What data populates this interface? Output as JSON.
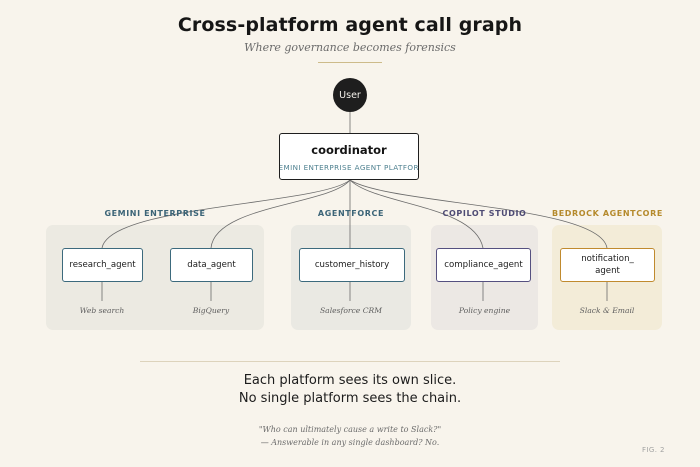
{
  "header": {
    "title": "Cross-platform agent call graph",
    "subtitle": "Where governance becomes forensics"
  },
  "user_node": {
    "label": "User"
  },
  "coordinator": {
    "name": "coordinator",
    "platform": "GEMINI ENTERPRISE AGENT PLATFORM"
  },
  "platforms": [
    {
      "label": "GEMINI ENTERPRISE",
      "color": "#3b6477",
      "panel_color": "#eceae2",
      "border_color": "#3c6a7d",
      "agents": [
        {
          "name": "research_agent",
          "tool": "Web search"
        },
        {
          "name": "data_agent",
          "tool": "BigQuery"
        }
      ]
    },
    {
      "label": "AGENTFORCE",
      "color": "#3b6477",
      "panel_color": "#eae9e3",
      "border_color": "#3c6a7d",
      "agents": [
        {
          "name": "customer_history",
          "tool": "Salesforce CRM"
        }
      ]
    },
    {
      "label": "COPILOT STUDIO",
      "color": "#4e4b74",
      "panel_color": "#ece8e4",
      "border_color": "#555080",
      "agents": [
        {
          "name": "compliance_agent",
          "tool": "Policy engine"
        }
      ]
    },
    {
      "label": "BEDROCK AGENTCORE",
      "color": "#b58a2c",
      "panel_color": "#f3ecd8",
      "border_color": "#c08a2e",
      "agents": [
        {
          "name_line1": "notification_",
          "name_line2": "agent",
          "tool": "Slack & Email"
        }
      ]
    }
  ],
  "tagline": {
    "line1": "Each platform sees its own slice.",
    "line2": "No single platform sees the chain."
  },
  "quote": {
    "line1": "\"Who can ultimately cause a write to Slack?\"",
    "line2": "— Answerable in any single dashboard? No."
  },
  "figure_label": "FIG. 2"
}
